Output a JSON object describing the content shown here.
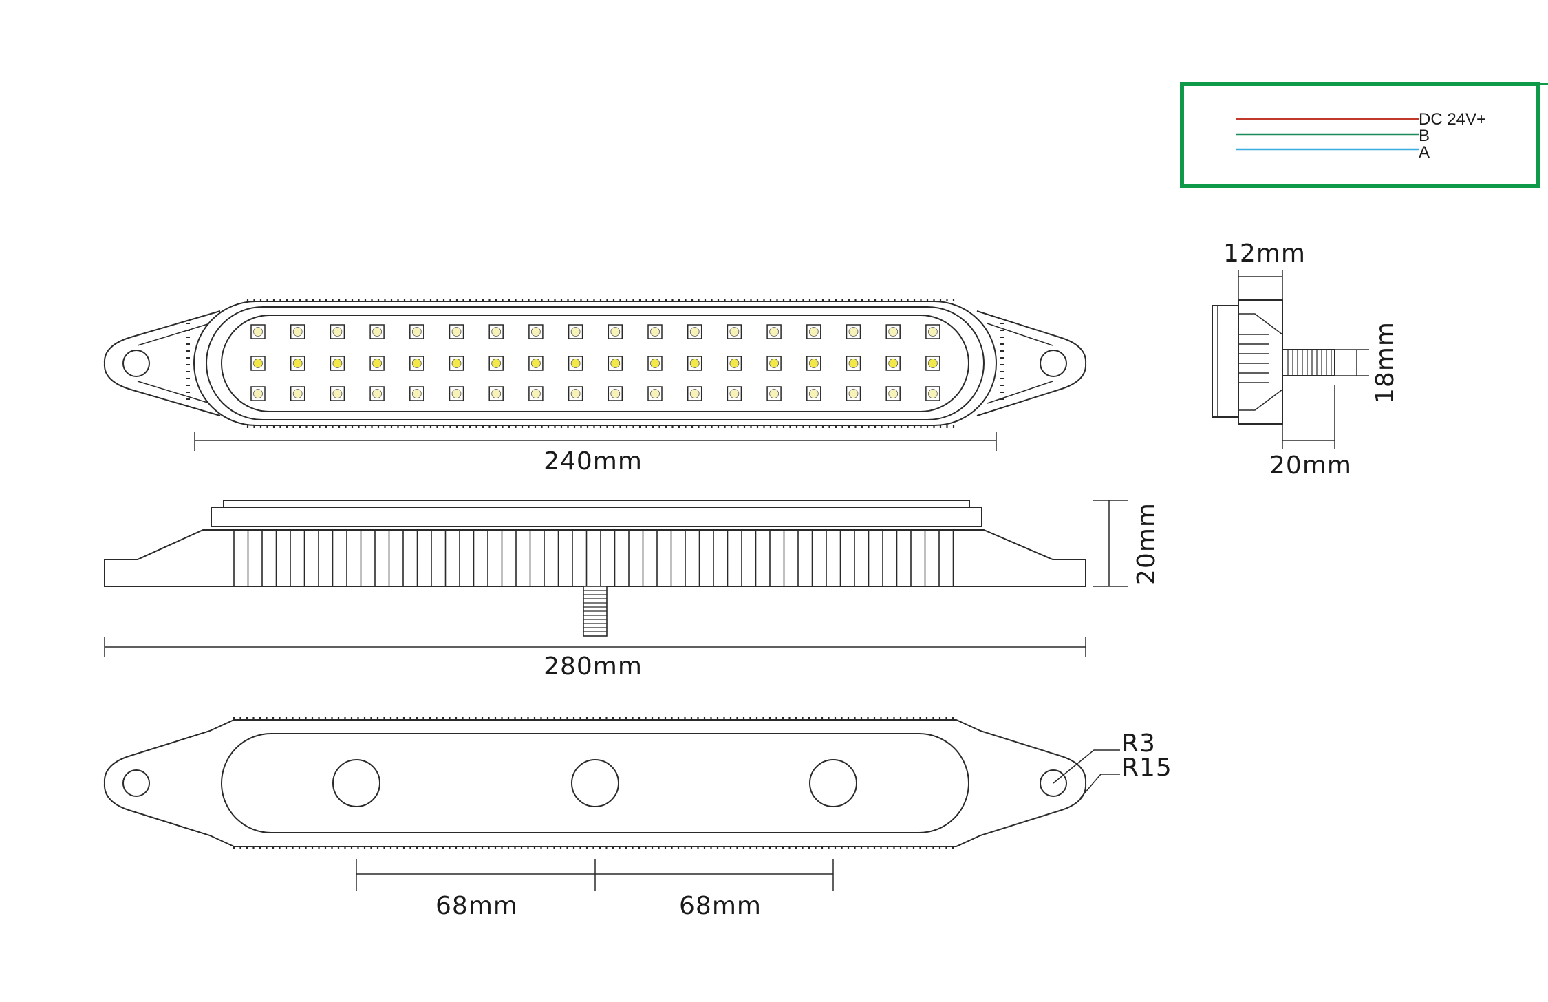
{
  "wiring": {
    "labels": [
      "DC 24V+",
      "B",
      "A"
    ],
    "colors": [
      "#c0392b",
      "#1e8c5a",
      "#3aaee0"
    ],
    "frame_color": "#0f9a4a"
  },
  "dimensions": {
    "front_width": "240mm",
    "total_length": "280mm",
    "height": "20mm",
    "side_depth": "12mm",
    "stud_length": "20mm",
    "stud_height": "18mm",
    "hole_spacing_left": "68mm",
    "hole_spacing_right": "68mm",
    "radius_small": "R3",
    "radius_large": "R15"
  },
  "led_grid": {
    "rows": 3,
    "columns": 18,
    "led_color_center": "#f2e84a",
    "led_color_outer": "#f7f2b8"
  }
}
